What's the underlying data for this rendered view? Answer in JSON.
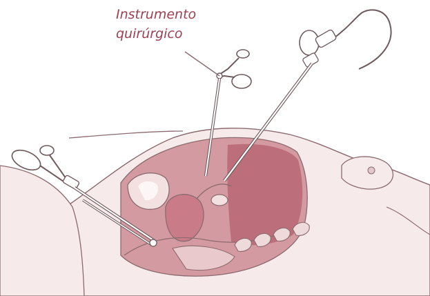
{
  "label": {
    "line1": "Instrumento",
    "line2": "quirúrgico"
  },
  "colors": {
    "label_text": "#9c3f4f",
    "skin_fill": "#f6eaea",
    "tissue_light": "#e9c9cc",
    "tissue_mid": "#d49aa1",
    "tissue_dark": "#a8505d",
    "outline": "#8a6a6e",
    "instrument_fill": "#ffffff",
    "instrument_stroke": "#6f5a5d"
  },
  "icons": {
    "body": "reclined-body-illustration",
    "instrument_label_pointer": "leader-line",
    "laparoscope": "laparoscope-with-cable",
    "forceps_upper": "scissor-grip-forceps",
    "forceps_lower": "scissor-grip-grasper"
  }
}
